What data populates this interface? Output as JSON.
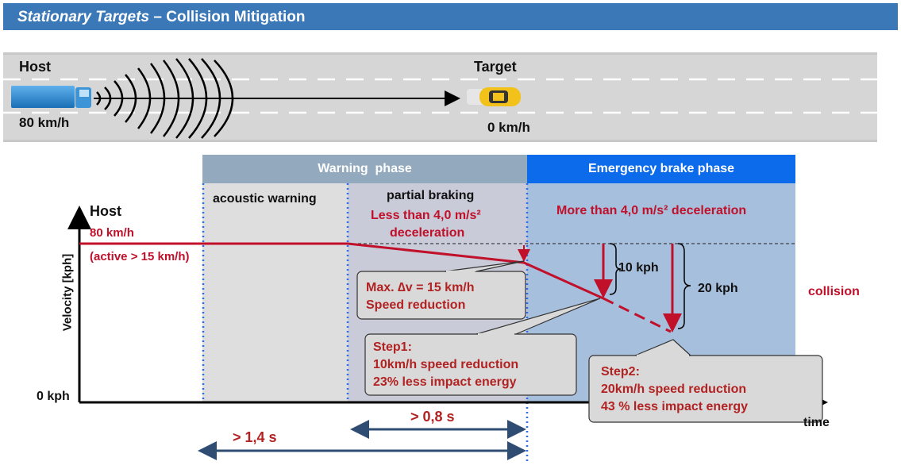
{
  "header": {
    "title_italic": "Stationary Targets",
    "title_rest": " – Collision Mitigation"
  },
  "road": {
    "host_label": "Host",
    "host_speed": "80 km/h",
    "target_label": "Target",
    "target_speed": "0 km/h"
  },
  "phases": {
    "warning": "Warning  phase",
    "emergency": "Emergency brake phase",
    "acoustic": "acoustic warning",
    "partial": "partial braking",
    "partial_detail_1": "Less than 4,0 m/s²",
    "partial_detail_2": "deceleration",
    "emergency_detail": "More than 4,0 m/s² deceleration"
  },
  "axis": {
    "y_label": "Velocity  [kph]",
    "host": "Host",
    "zero": "0 kph",
    "x_label": "time"
  },
  "speed_labels": {
    "start": "80 km/h",
    "active": "(active > 15 km/h)"
  },
  "drops": {
    "small": "10 kph",
    "large": "20 kph",
    "collision": "collision"
  },
  "callouts": {
    "maxdv_1": "Max. ∆v = 15 km/h",
    "maxdv_2": "Speed reduction",
    "step1_1": "Step1:",
    "step1_2": "10km/h speed reduction",
    "step1_3": "23% less impact energy",
    "step2_1": "Step2:",
    "step2_2": "20km/h speed reduction",
    "step2_3": "43 % less impact energy"
  },
  "durations": {
    "short": "> 0,8 s",
    "long": "> 1,4 s"
  },
  "colors": {
    "header_blue": "#3b78b7",
    "warning_bar": "#93aabe",
    "emergency_bar": "#0b6bea",
    "accent_red": "#c0102a",
    "arrow_navy": "#2f4d73"
  }
}
